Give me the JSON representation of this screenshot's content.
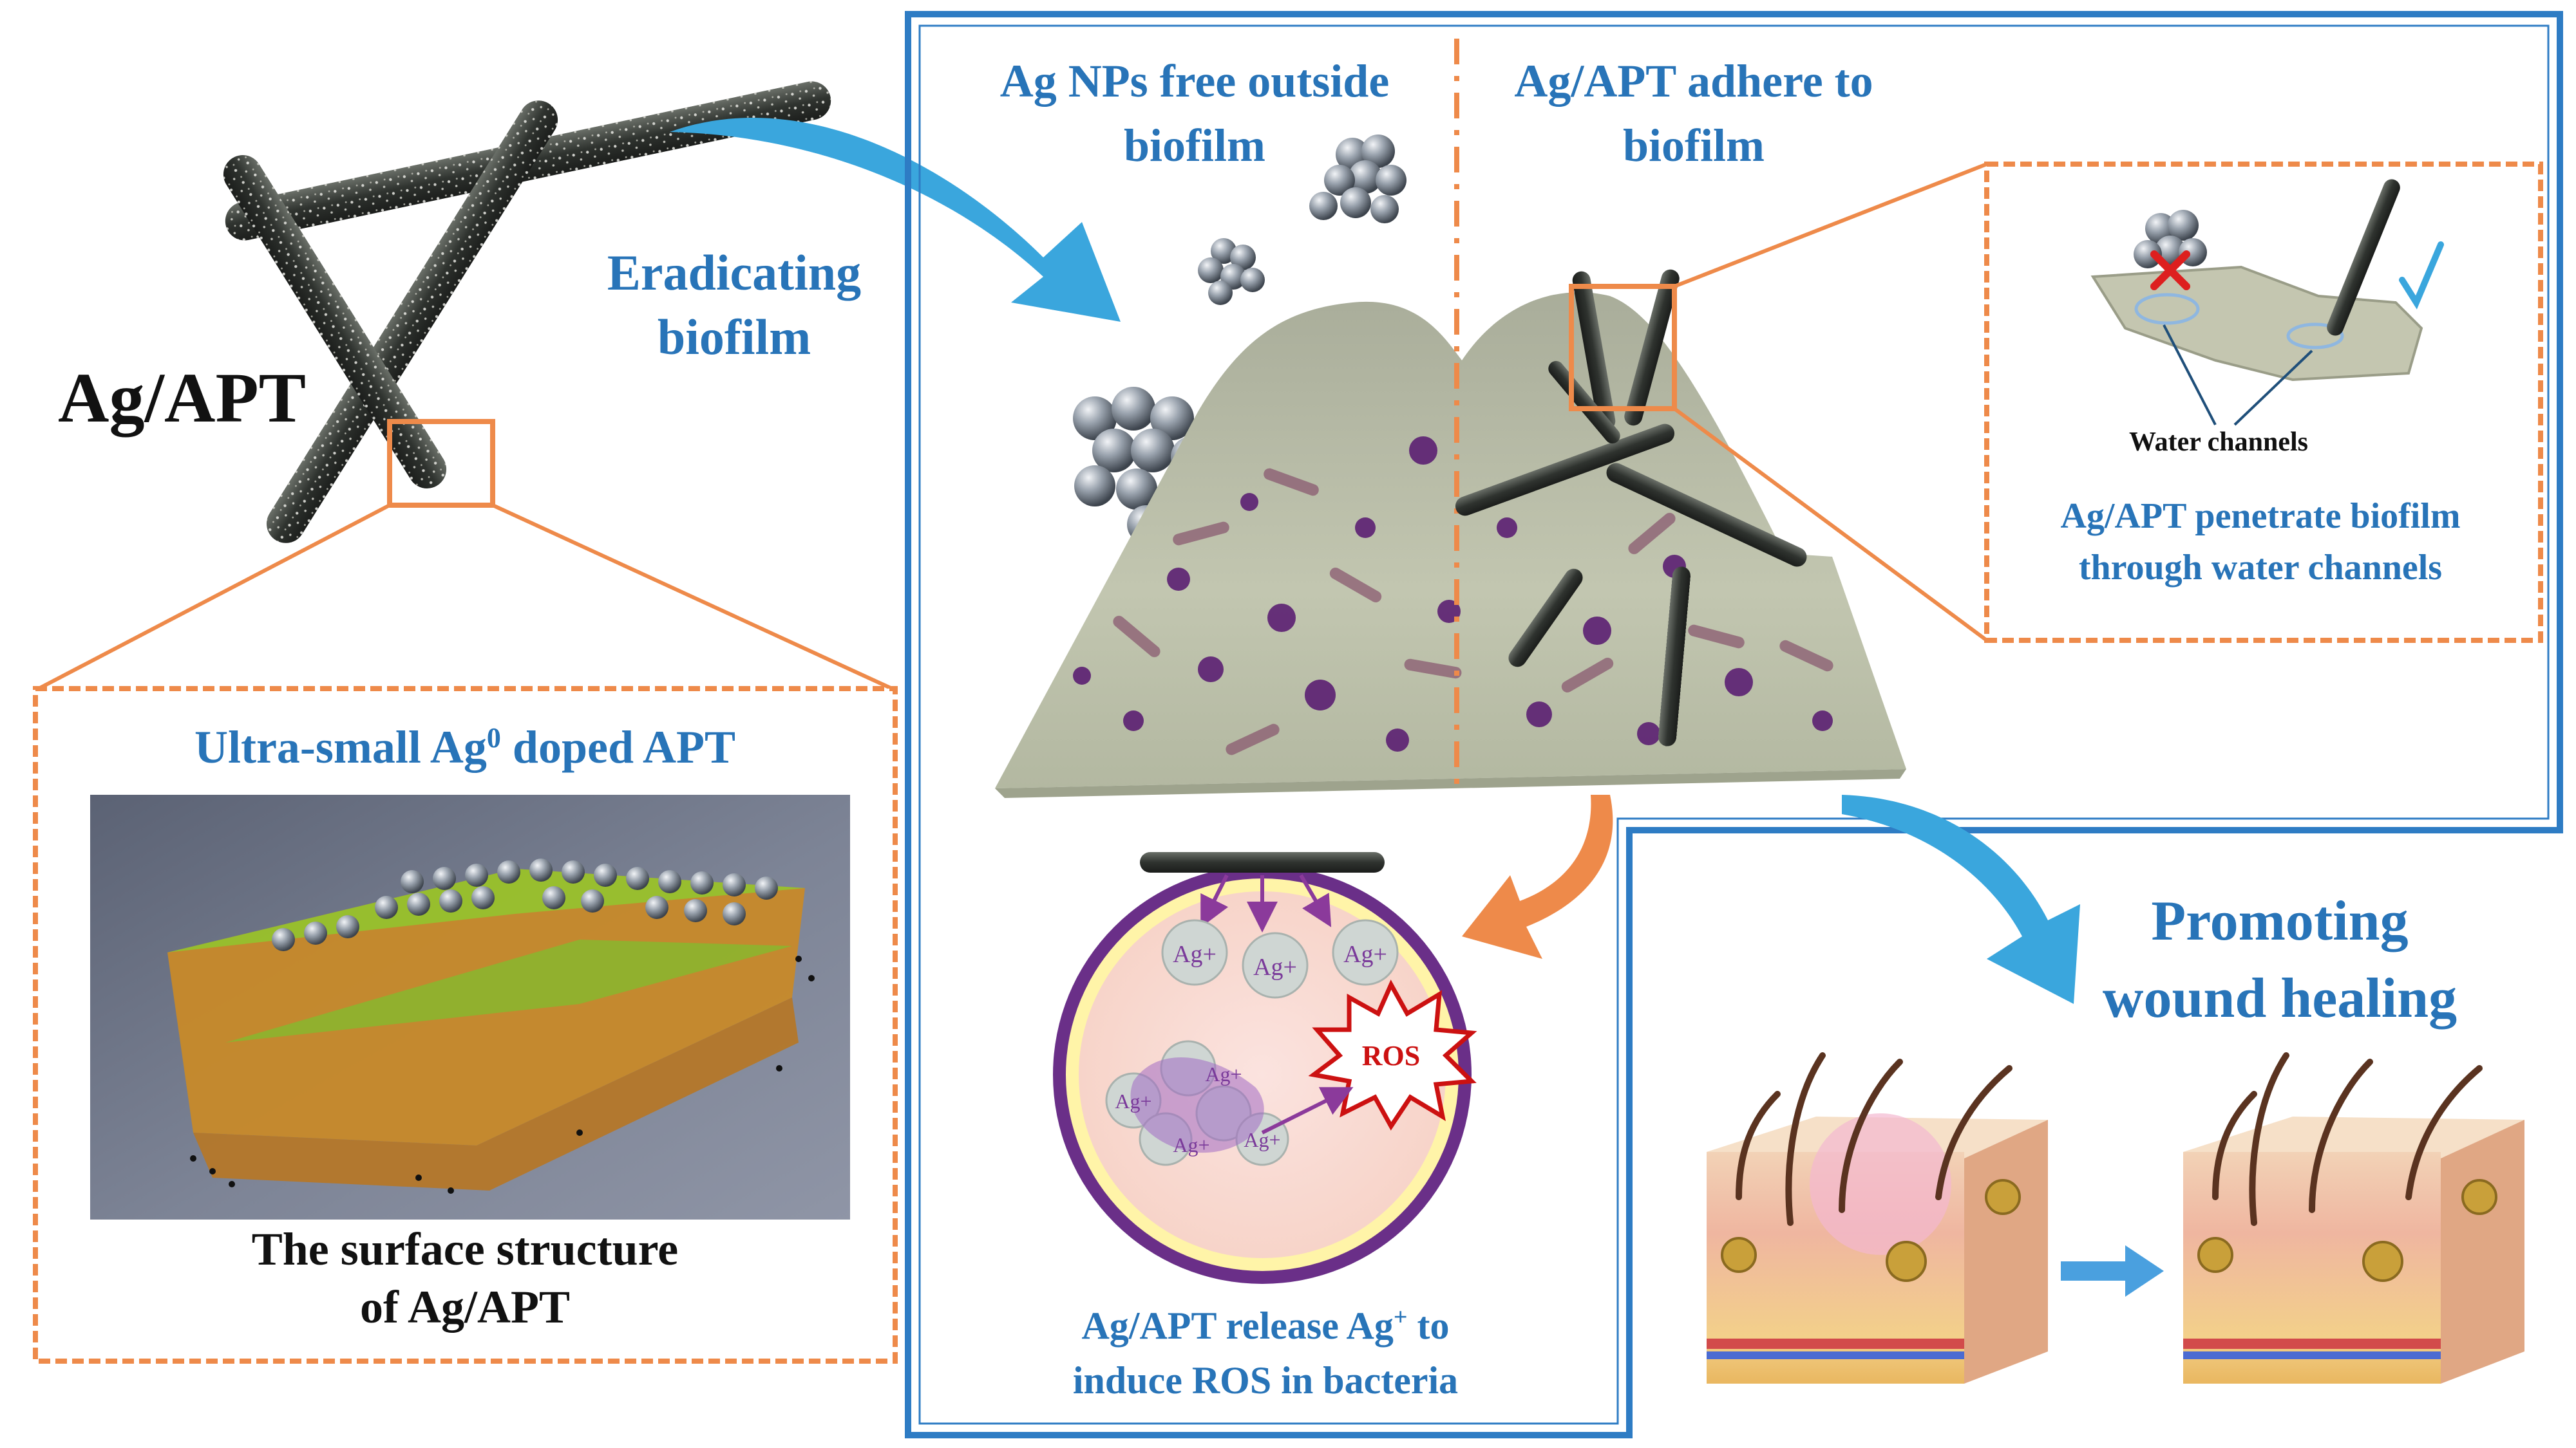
{
  "figure": {
    "material_label": "Ag/APT",
    "action_label_line1": "Eradicating",
    "action_label_line2": "biofilm",
    "inset_title_main": "Ultra-small Ag",
    "inset_title_sup": "0",
    "inset_title_end": " doped APT",
    "inset_caption_line1": "The surface structure",
    "inset_caption_line2": "of Ag/APT",
    "left_header_line1": "Ag NPs free outside",
    "left_header_line2": "biofilm",
    "right_header_line1": "Ag/APT adhere to",
    "right_header_line2": "biofilm",
    "water_channels_label": "Water channels",
    "penetrate_line1": "Ag/APT penetrate biofilm",
    "penetrate_line2": "through water channels",
    "ion_label": "Ag+",
    "ros_label": "ROS",
    "release_line1_main": "Ag/APT release Ag",
    "release_line1_sup": "+",
    "release_line1_end": " to",
    "release_line2": "induce ROS in bacteria",
    "healing_line1": "Promoting",
    "healing_line2": "wound healing"
  },
  "colors": {
    "text_blue": "#2874b8",
    "frame_blue": "#2e7cc4",
    "arrow_blue": "#3aa6dd",
    "orange": "#ee8a4a",
    "ros_red": "#cc1111",
    "cell_purple": "#7a3a9a"
  },
  "icons": [
    "ag-nanoparticle-cluster-icon",
    "red-cross-icon",
    "check-mark-icon",
    "ros-burst-icon",
    "skin-block-icon"
  ]
}
